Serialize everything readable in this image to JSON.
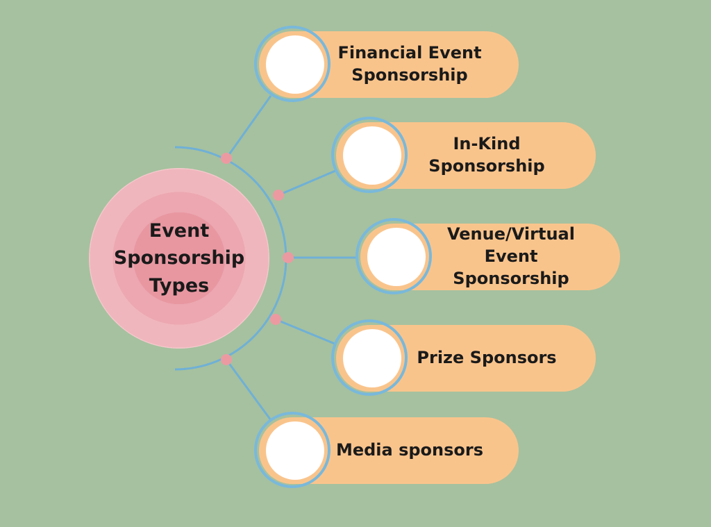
{
  "title": "Event Sponsorship Types",
  "center": {
    "label": "Event\nSponsorship\nTypes"
  },
  "nodes": [
    {
      "id": "financial",
      "label": "Financial Event\nSponsorship"
    },
    {
      "id": "in-kind",
      "label": "In-Kind\nSponsorship"
    },
    {
      "id": "venue-virtual",
      "label": "Venue/Virtual\nEvent Sponsorship"
    },
    {
      "id": "prize",
      "label": "Prize Sponsors"
    },
    {
      "id": "media",
      "label": "Media sponsors"
    }
  ],
  "colors": {
    "background": "#a6c19f",
    "pill": "#f9c48c",
    "ring": "#79b8db",
    "line": "#6fb0d6",
    "dot": "#ec9aa2",
    "text": "#1a1a1a",
    "center_c1": "#e897a1",
    "center_c2": "#eca7b0",
    "center_c3": "#f0b6bd",
    "center_c4": "#f5c9cd"
  }
}
